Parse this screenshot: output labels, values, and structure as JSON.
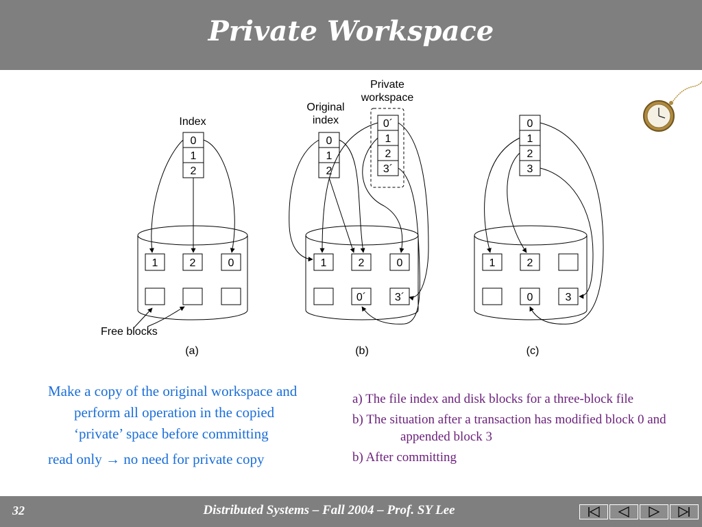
{
  "slide": {
    "title": "Private Workspace",
    "page_number": "32",
    "footer": "Distributed Systems – Fall 2004 – Prof. SY Lee"
  },
  "diagram": {
    "panel_a": {
      "caption": "(a)",
      "index_label": "Index",
      "index_cells": [
        "0",
        "1",
        "2"
      ],
      "disk_row1": [
        "1",
        "2",
        "0"
      ],
      "disk_row2": [
        "",
        "",
        ""
      ],
      "free_blocks_label": "Free blocks"
    },
    "panel_b": {
      "caption": "(b)",
      "original_label_line1": "Original",
      "original_label_line2": "index",
      "private_label_line1": "Private",
      "private_label_line2": "workspace",
      "original_cells": [
        "0",
        "1",
        "2"
      ],
      "private_cells": [
        "0´",
        "1",
        "2",
        "3´"
      ],
      "disk_row1": [
        "1",
        "2",
        "0"
      ],
      "disk_row2": [
        "",
        "0´",
        "3´"
      ]
    },
    "panel_c": {
      "caption": "(c)",
      "index_cells": [
        "0",
        "1",
        "2",
        "3"
      ],
      "disk_row1": [
        "1",
        "2",
        ""
      ],
      "disk_row2": [
        "",
        "0",
        "3"
      ]
    }
  },
  "bullets_left": [
    "Make a copy of the original workspace and perform all operation in the copied ‘private’ space before committing"
  ],
  "bullet_read_only": {
    "before": "read only ",
    "arrow": "→",
    "after": " no need for private copy"
  },
  "captions_right": [
    "a) The file index and disk blocks for a three-block file",
    "b) The situation after a transaction has modified block 0 and appended block 3",
    "b) After committing"
  ],
  "icons": [
    "pocket-watch-icon",
    "first-slide-icon",
    "previous-slide-icon",
    "next-slide-icon",
    "last-slide-icon"
  ],
  "colors": {
    "bar": "#7f7f7f",
    "left_text": "#1a6ed8",
    "right_text": "#6a1f7a"
  }
}
